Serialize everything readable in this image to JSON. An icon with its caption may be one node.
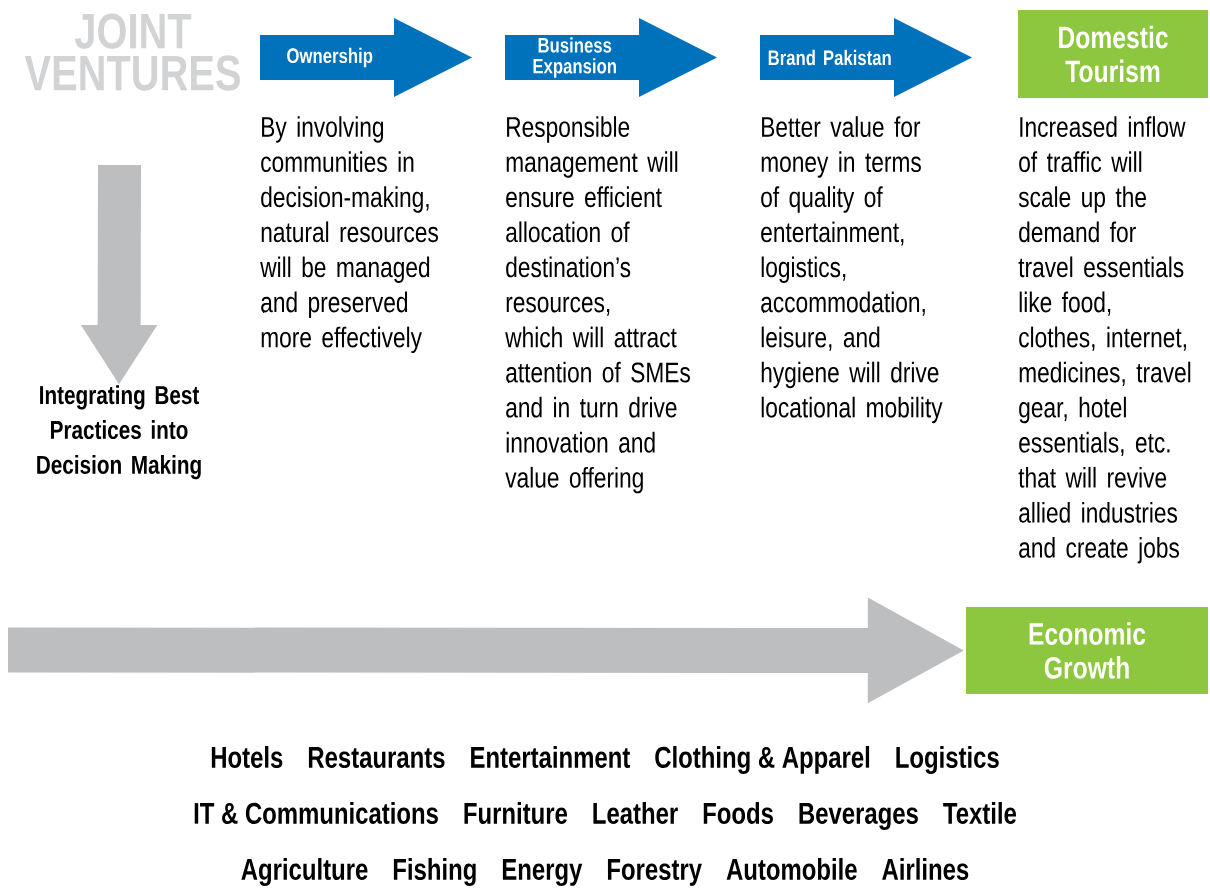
{
  "diagram": {
    "title": "JOINT VENTURES",
    "nodes": [
      {
        "text": [
          "Ownership"
        ],
        "beside": [
          "By involving communities in decision-making, natural resources will be managed and preserved more effectively"
        ]
      },
      {
        "text": [
          "Business Expansion"
        ],
        "beside": [
          "Responsible management will ensure efficient allocation of destination’s resources, which will attract attention of SMEs and in turn drive innovation and value offering"
        ]
      },
      {
        "text": [
          "Brand Pakistan"
        ],
        "beside": [
          "Better value for money in terms of quality of entertainment, logistics, accommodation, leisure, and hygiene will drive locational mobility"
        ]
      },
      {
        "text": [
          "Domestic Tourism"
        ],
        "beside": [
          "Increased inflow of traffic will scale up the demand for travel essentials like food, clothes, internet, medicines, travel gear, hotel essentials, etc. that will revive allied industries and create jobs"
        ]
      },
      {
        "text": [
          "Integrating Best Practices into Decision Making"
        ]
      },
      {
        "text": [
          "Economic Growth"
        ]
      }
    ],
    "edges": [
      {
        "from": null,
        "to": 4,
        "arrow": "to",
        "color": "#bcbec0"
      },
      {
        "from": null,
        "to": 5,
        "arrow": "to",
        "color": "#bcbec0"
      }
    ],
    "labels": [
      "Hotels",
      "Restaurants",
      "Entertainment",
      "Clothing & Apparel",
      "Logistics",
      "IT & Communications",
      "Furniture",
      "Leather",
      "Foods",
      "Beverages",
      "Textile",
      "Agriculture",
      "Fishing",
      "Energy",
      "Forestry",
      "Automobile",
      "Airlines"
    ]
  }
}
